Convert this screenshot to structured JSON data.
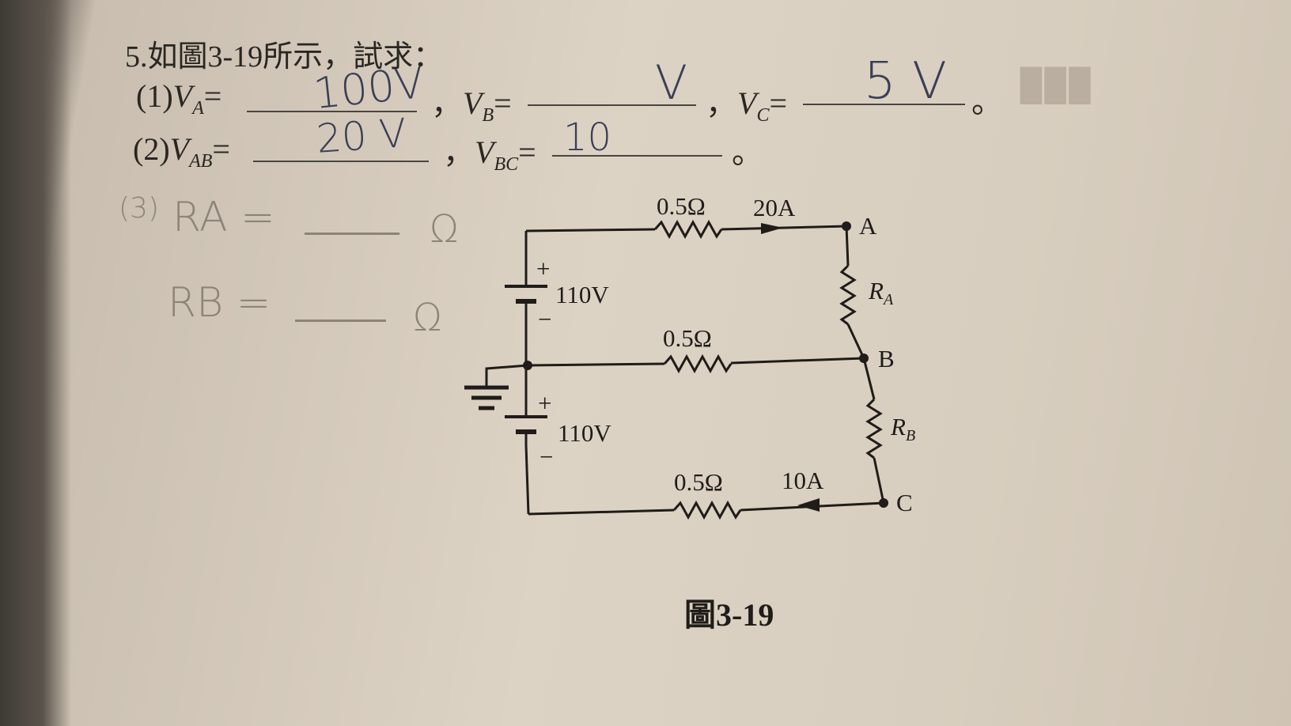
{
  "question": {
    "title": "5.如圖3-19所示，試求：",
    "line1": {
      "prefix": "(1)",
      "va_label": "V",
      "va_sub": "A",
      "va_answer": "100V",
      "sep1": "，",
      "vb_label": "V",
      "vb_sub": "B",
      "vb_answer": "V",
      "sep2": "，",
      "vc_label": "V",
      "vc_sub": "C",
      "vc_answer": "5 V",
      "end": "。"
    },
    "line2": {
      "prefix": "(2)",
      "vab_label": "V",
      "vab_sub": "AB",
      "vab_answer": "20 V",
      "sep": "，",
      "vbc_label": "V",
      "vbc_sub": "BC",
      "vbc_answer": "10",
      "end": "。"
    },
    "line3": {
      "prefix": "(3)",
      "ra_label": "RA =",
      "ra_unit": "Ω",
      "rb_label": "RB =",
      "rb_unit": "Ω"
    }
  },
  "circuit": {
    "top_resistor": "0.5Ω",
    "top_current": "20A",
    "node_a": "A",
    "ra_label": "R",
    "ra_sub": "A",
    "battery1_voltage": "110V",
    "battery1_plus": "+",
    "battery1_minus": "−",
    "mid_resistor": "0.5Ω",
    "node_b": "B",
    "battery2_voltage": "110V",
    "battery2_plus": "+",
    "battery2_minus": "−",
    "rb_label": "R",
    "rb_sub": "B",
    "bottom_resistor": "0.5Ω",
    "bottom_current": "10A",
    "node_c": "C"
  },
  "figure_caption": "圖3-19"
}
